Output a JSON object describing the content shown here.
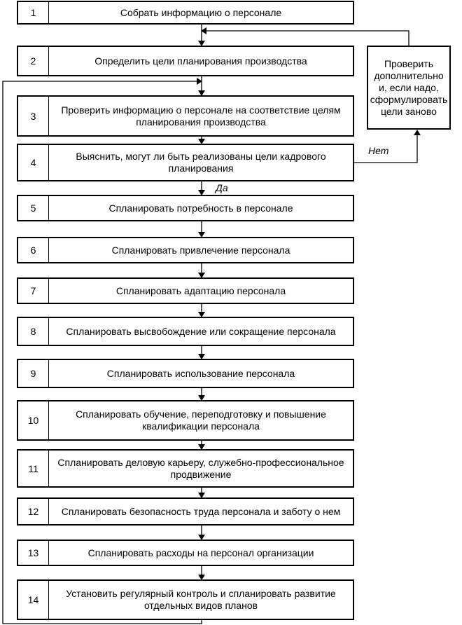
{
  "steps": [
    {
      "num": "1",
      "text": "Собрать информацию о персонале"
    },
    {
      "num": "2",
      "text": "Определить цели планирования производства"
    },
    {
      "num": "3",
      "text": "Проверить информацию о персонале на соответствие целям планирования производства"
    },
    {
      "num": "4",
      "text": "Выяснить, могут ли быть реализованы цели кадрового планирования"
    },
    {
      "num": "5",
      "text": "Спланировать потребность в персонале"
    },
    {
      "num": "6",
      "text": "Спланировать привлечение персонала"
    },
    {
      "num": "7",
      "text": "Спланировать адаптацию персонала"
    },
    {
      "num": "8",
      "text": "Спланировать высвобождение или сокращение персонала"
    },
    {
      "num": "9",
      "text": "Спланировать использование персонала"
    },
    {
      "num": "10",
      "text": "Спланировать обучение, переподготовку и повышение квалификации персонала"
    },
    {
      "num": "11",
      "text": "Спланировать деловую карьеру, служебно-профессиональное продвижение"
    },
    {
      "num": "12",
      "text": "Спланировать безопасность труда персонала и заботу о нем"
    },
    {
      "num": "13",
      "text": "Спланировать расходы на персонал организации"
    },
    {
      "num": "14",
      "text": "Установить регулярный контроль и спланировать развитие отдельных видов планов"
    }
  ],
  "side_box": {
    "text": "Проверить дополнительно и, если надо, сформулировать цели заново"
  },
  "labels": {
    "no": "Нет",
    "yes": "Да"
  }
}
